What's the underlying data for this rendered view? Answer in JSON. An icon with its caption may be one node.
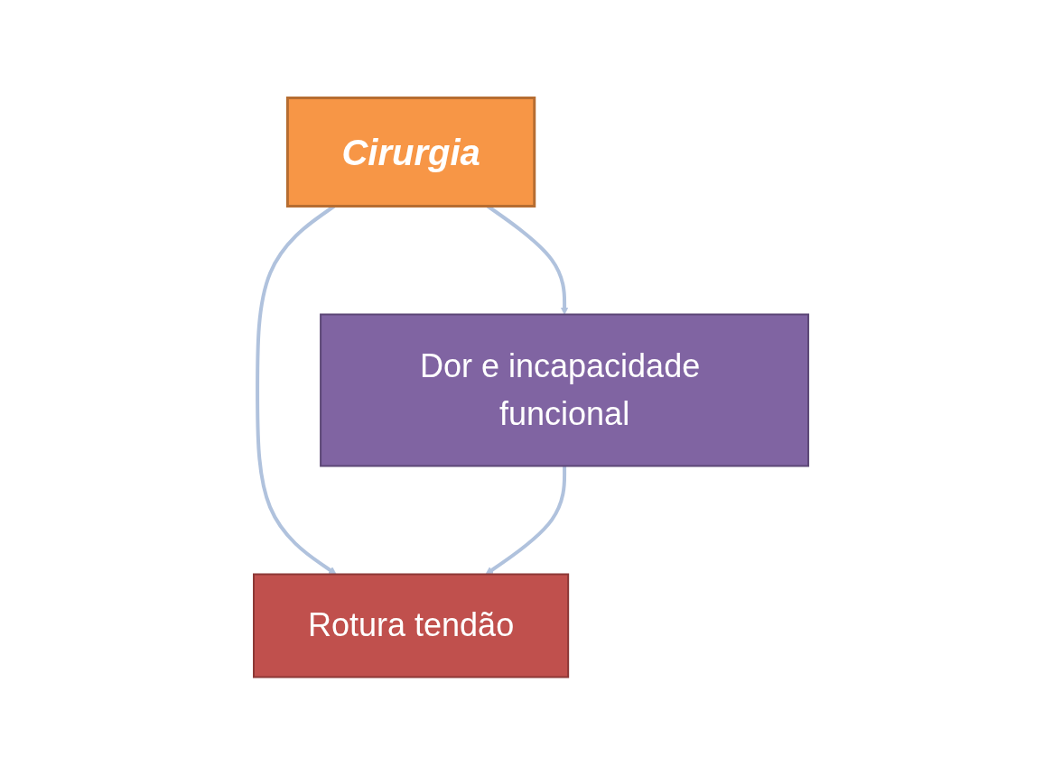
{
  "diagram": {
    "nodes": [
      {
        "text": [
          "Cirurgia"
        ]
      },
      {
        "text": [
          "Dor e incapacidade funcional"
        ]
      },
      {
        "text": [
          "Rotura tendão"
        ]
      }
    ],
    "edges": [
      {
        "from": 0,
        "to": 1,
        "arrow": "to"
      },
      {
        "from": 0,
        "to": 2,
        "arrow": "to"
      },
      {
        "from": 1,
        "to": 2,
        "arrow": "to"
      }
    ]
  }
}
